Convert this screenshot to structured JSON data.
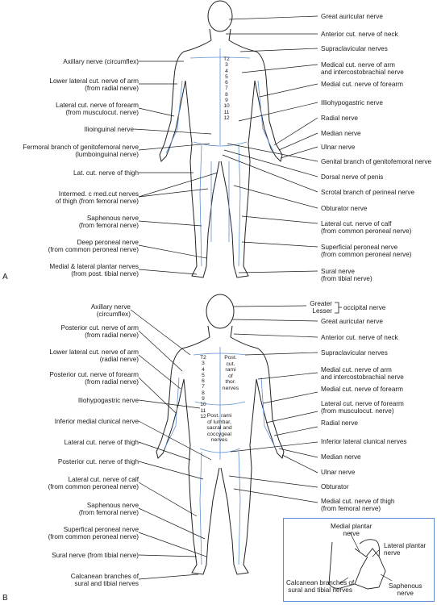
{
  "panelA": {
    "letter": "A",
    "left_labels": [
      {
        "lines": [
          "Axillary nerve (circumflex)"
        ]
      },
      {
        "lines": [
          "Lower lateral cut. nerve of arm",
          "(from radial nerve)"
        ]
      },
      {
        "lines": [
          "Lateral cut. nerve of forearm",
          "(from musculocut. nerve)"
        ]
      },
      {
        "lines": [
          "Ilioinguinal nerve"
        ]
      },
      {
        "lines": [
          "Fermoral branch of genitofemoral nerve",
          "(lumboinguinal nerve)"
        ]
      },
      {
        "lines": [
          "Lat. cut. nerve of thigh"
        ]
      },
      {
        "lines": [
          "Intermed. c med.cut nerves",
          "of thigh (from femoral nerve)"
        ]
      },
      {
        "lines": [
          "Saphenous nerve",
          "(from femoral nerve)"
        ]
      },
      {
        "lines": [
          "Deep peroneal nerve",
          "(from common peroneal nerve)"
        ]
      },
      {
        "lines": [
          "Medial & lateral plantar nerves",
          "(from post. tibial nerve)"
        ]
      }
    ],
    "right_labels": [
      {
        "lines": [
          "Great auricular nerve"
        ]
      },
      {
        "lines": [
          "Anterior cut. nerve of neck"
        ]
      },
      {
        "lines": [
          "Supraclavicular nerves"
        ]
      },
      {
        "lines": [
          "Medical cut. nerve of arm",
          "and intercostobrachial nerve"
        ]
      },
      {
        "lines": [
          "Medial cut. nerve of forearm"
        ]
      },
      {
        "lines": [
          "Illiohypogastric nerve"
        ]
      },
      {
        "lines": [
          "Radial nerve"
        ]
      },
      {
        "lines": [
          "Median nerve"
        ]
      },
      {
        "lines": [
          "Ulnar nerve"
        ]
      },
      {
        "lines": [
          "Genital branch of genitofemoral nerve"
        ]
      },
      {
        "lines": [
          "Dorsal nerve of penis"
        ]
      },
      {
        "lines": [
          "Scrotal branch of perineal nerve"
        ]
      },
      {
        "lines": [
          "Obturator nerve"
        ]
      },
      {
        "lines": [
          "Lateral cut. nerve of calf",
          "(from common peroneal nerve)"
        ]
      },
      {
        "lines": [
          "Superficial peroneal nerve",
          "(from common peroneal nerve)"
        ]
      },
      {
        "lines": [
          "Sural nerve",
          "(from tibial nerve)"
        ]
      }
    ],
    "segments": [
      "T2",
      "3",
      "4",
      "5",
      "6",
      "7",
      "8",
      "9",
      "10",
      "11",
      "12"
    ]
  },
  "panelB": {
    "letter": "B",
    "left_labels": [
      {
        "lines": [
          "Axillary nerve",
          "(circumflex)"
        ]
      },
      {
        "lines": [
          "Posterior cut. nerve of arm",
          "(from radial nerve)"
        ]
      },
      {
        "lines": [
          "Lower lateral cut. nerve of arm",
          "(radial nerve)"
        ]
      },
      {
        "lines": [
          "Posterior cut. nerve of forearm",
          "(from radial nerve)"
        ]
      },
      {
        "lines": [
          "Iliohypogastric nerve"
        ]
      },
      {
        "lines": [
          "Inferior medial clunical nerve"
        ]
      },
      {
        "lines": [
          "Lateral cut. nerve of thigh"
        ]
      },
      {
        "lines": [
          "Posterior cut. nerve of thigh"
        ]
      },
      {
        "lines": [
          "Lateral cut. nerve of calf",
          "(from common peroneal nerve)"
        ]
      },
      {
        "lines": [
          "Saphenous nerve",
          "(from femoral nerve)"
        ]
      },
      {
        "lines": [
          "Superfical peroneal nerve",
          "(from common peroneal nerve)"
        ]
      },
      {
        "lines": [
          "Sural nerve (from tibial nerve)"
        ]
      },
      {
        "lines": [
          "Calcanean branches of",
          "sural and tibial nerves"
        ]
      }
    ],
    "occipital": {
      "greater": "Greater",
      "lesser": "Lesser",
      "nerve": "occipital nerve"
    },
    "right_labels": [
      {
        "lines": [
          "Great auricular nerve"
        ]
      },
      {
        "lines": [
          "Anterior cut. nerve of neck"
        ]
      },
      {
        "lines": [
          "Supraclavicular nerves"
        ]
      },
      {
        "lines": [
          "Medial cut. nerve of arm",
          "and intercostobrachial nerve"
        ]
      },
      {
        "lines": [
          "Medial cut. nerve of forearm"
        ]
      },
      {
        "lines": [
          "Lateral cut. nerve of forearm",
          "(from musculocut. nerve)"
        ]
      },
      {
        "lines": [
          "Radial nerve"
        ]
      },
      {
        "lines": [
          "Inferior lateral clunical nerves"
        ]
      },
      {
        "lines": [
          "Median nerve"
        ]
      },
      {
        "lines": [
          "Ulnar nerve"
        ]
      },
      {
        "lines": [
          "Obturator"
        ]
      },
      {
        "lines": [
          "Medial cut. nerve of thigh",
          "(from femoral nerve)"
        ]
      }
    ],
    "segments": [
      "T2",
      "3",
      "4",
      "5",
      "6",
      "7",
      "8",
      "9",
      "10",
      "11",
      "12"
    ],
    "post_rami_thor": [
      "Post.",
      "cut.",
      "rami",
      "of",
      "thor.",
      "nerves"
    ],
    "post_rami_lumbar": [
      "Post. rami",
      "of lumbar,",
      "sacral and",
      "coccygeal",
      "nerves"
    ]
  },
  "inset": {
    "medial_plantar": [
      "Medial plantar",
      "nerve"
    ],
    "lateral_plantar": [
      "Lateral plantar",
      "nerve"
    ],
    "calcanean": [
      "Calcanean branches of",
      "sural and tibial nerves"
    ],
    "saphenous": [
      "Saphenous",
      "nerve"
    ]
  },
  "colors": {
    "line": "#1a1a1a",
    "nerve_zone": "#5b8fd1",
    "body": "#222222"
  }
}
